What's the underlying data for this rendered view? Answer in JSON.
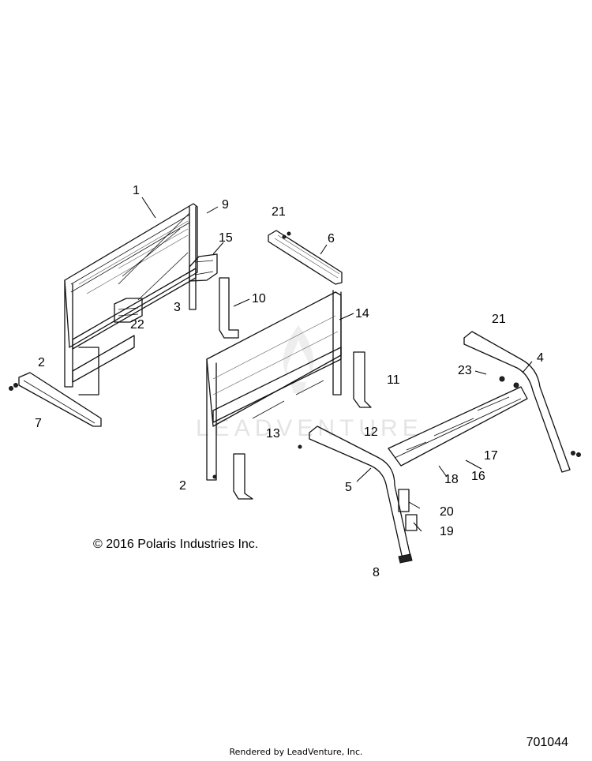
{
  "diagram": {
    "copyright": "© 2016 Polaris Industries Inc.",
    "drawing_number": "701044",
    "rendered_by": "Rendered by LeadVenture, Inc.",
    "watermark": "LEADVENTURE",
    "callouts": {
      "c1": "1",
      "c2a": "2",
      "c2b": "2",
      "c3": "3",
      "c4": "4",
      "c5": "5",
      "c6": "6",
      "c7": "7",
      "c8": "8",
      "c9": "9",
      "c10": "10",
      "c11": "11",
      "c12": "12",
      "c13": "13",
      "c14": "14",
      "c15": "15",
      "c16": "16",
      "c17": "17",
      "c18": "18",
      "c19": "19",
      "c20": "20",
      "c21a": "21",
      "c21b": "21",
      "c22": "22",
      "c23": "23"
    }
  }
}
